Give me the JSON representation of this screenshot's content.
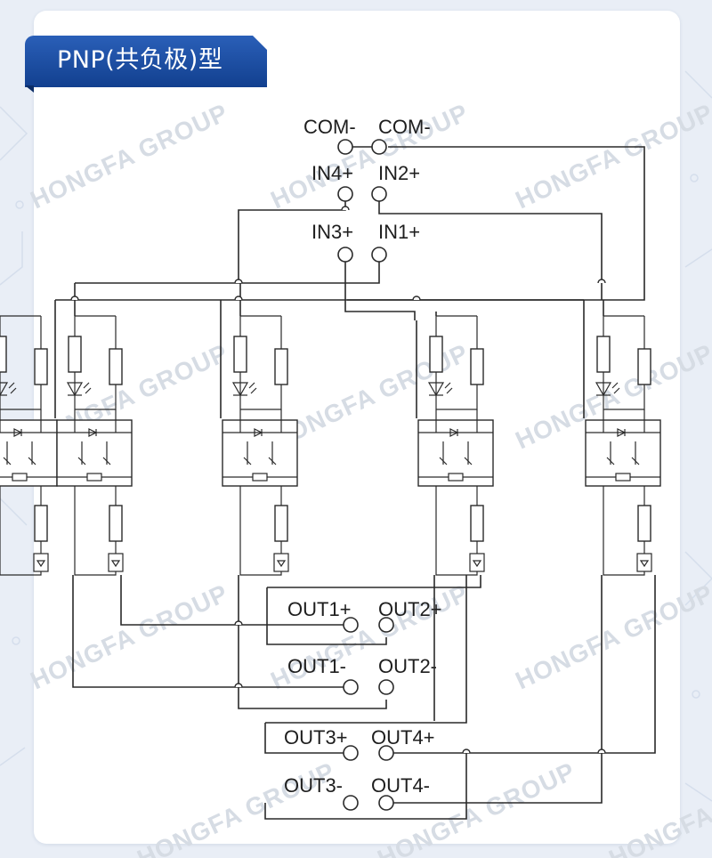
{
  "header": {
    "title": "PNP(共负极)型"
  },
  "watermark": {
    "text": "HONGFA GROUP",
    "color": "#d6dce4"
  },
  "colors": {
    "accent": "#1c4ea3",
    "wire": "#2a2a2a",
    "background": "#e9eef6"
  },
  "diagram": {
    "terminals": {
      "com_left": "COM-",
      "com_right": "COM-",
      "in4": "IN4+",
      "in2": "IN2+",
      "in3": "IN3+",
      "in1": "IN1+",
      "out1_pos": "OUT1+",
      "out2_pos": "OUT2+",
      "out1_neg": "OUT1-",
      "out2_neg": "OUT2-",
      "out3_pos": "OUT3+",
      "out4_pos": "OUT4+",
      "out3_neg": "OUT3-",
      "out4_neg": "OUT4-"
    },
    "channel_count": 4
  }
}
